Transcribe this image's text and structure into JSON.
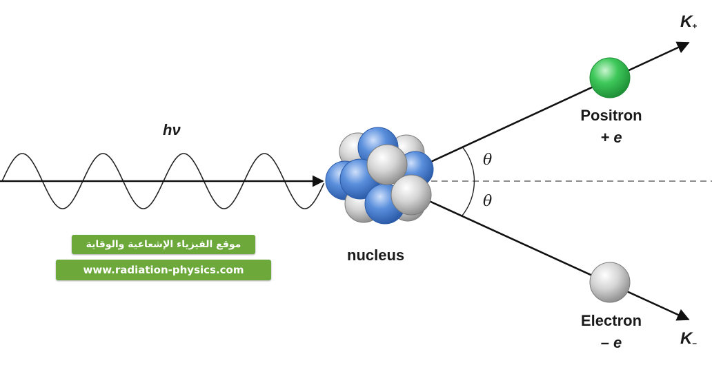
{
  "labels": {
    "photon": "hν",
    "nucleus": "nucleus",
    "theta_upper": "θ",
    "theta_lower": "θ",
    "positron_name": "Positron",
    "positron_charge": "+ e",
    "electron_name": "Electron",
    "electron_charge": "– e",
    "k_plus_symbol": "K",
    "k_plus_sub": "+",
    "k_minus_symbol": "K",
    "k_minus_sub": "–"
  },
  "watermark": {
    "arabic": "موقع الفيزياء الإشعاعية والوقاية",
    "url": "www.radiation-physics.com"
  },
  "colors": {
    "positron": "#3ec85a",
    "electron": "#cfcfcf",
    "proton": "#4f86d6",
    "neutron": "#c8c8c8",
    "badge_green": "#6ca83a",
    "line": "#111111"
  }
}
